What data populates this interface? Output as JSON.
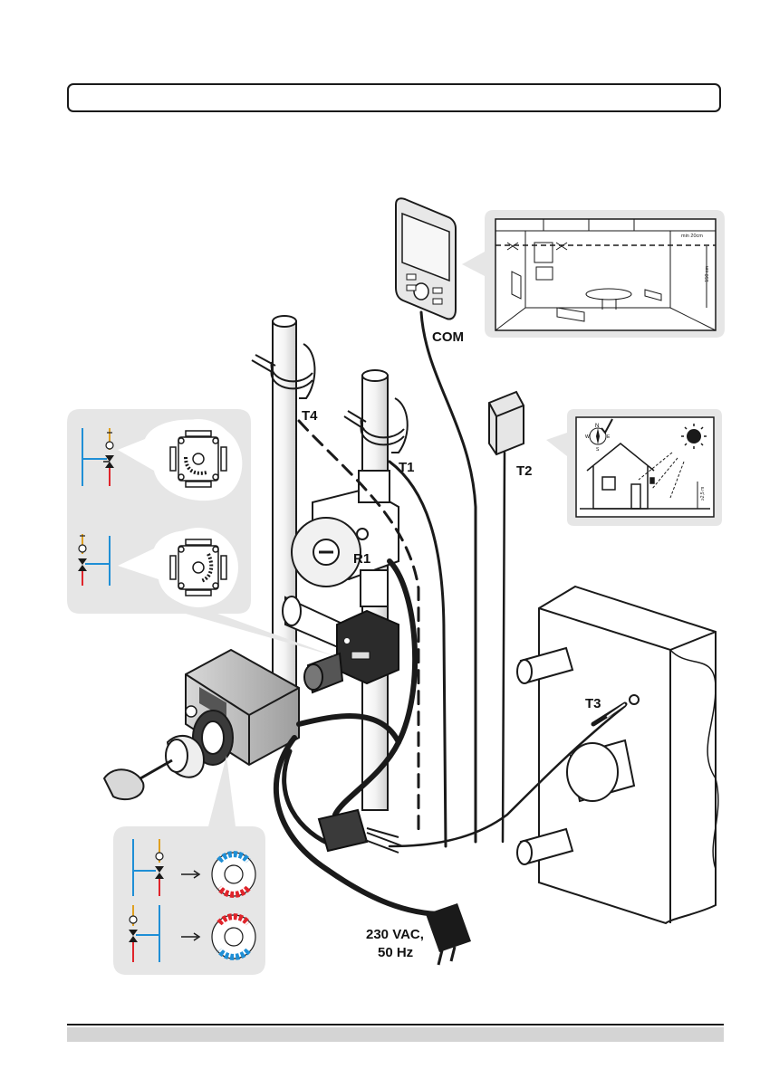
{
  "labels": {
    "com": "COM",
    "t1": "T1",
    "t2": "T2",
    "t3": "T3",
    "t4": "T4",
    "r1": "R1",
    "power_line1": "230 VAC,",
    "power_line2": "50 Hz"
  },
  "room_detail": {
    "min_distance": "min 20cm",
    "height": "~150 cm"
  },
  "outdoor_detail": {
    "compass_n": "N",
    "compass_e": "E",
    "compass_s": "S",
    "compass_w": "W",
    "height": "≥2,5 m"
  },
  "colors": {
    "hot_pipe": "#e0242b",
    "cold_pipe": "#1f8fd6",
    "panel_bg": "#e6e6e6",
    "line": "#1a1a1a"
  },
  "icons": [
    "pipe-icon",
    "valve-icon",
    "pump-icon",
    "thermostat-icon",
    "sensor-icon",
    "sun-icon",
    "compass-icon",
    "house-icon",
    "plug-icon",
    "scale-ring-icon"
  ]
}
